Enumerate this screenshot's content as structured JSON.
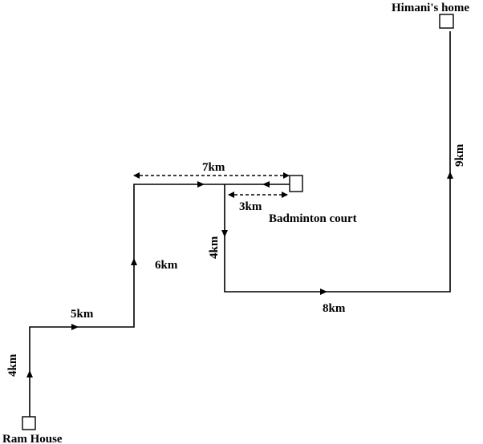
{
  "labels": {
    "ram_house": "Ram House",
    "himani_home": "Himani's home",
    "badminton_court": "Badminton court"
  },
  "distances": {
    "first_north": "4km",
    "first_east": "5km",
    "second_north": "6km",
    "east_to_court": "7km",
    "court_back_west": "3km",
    "south": "4km",
    "east_long": "8km",
    "final_north": "9km"
  }
}
